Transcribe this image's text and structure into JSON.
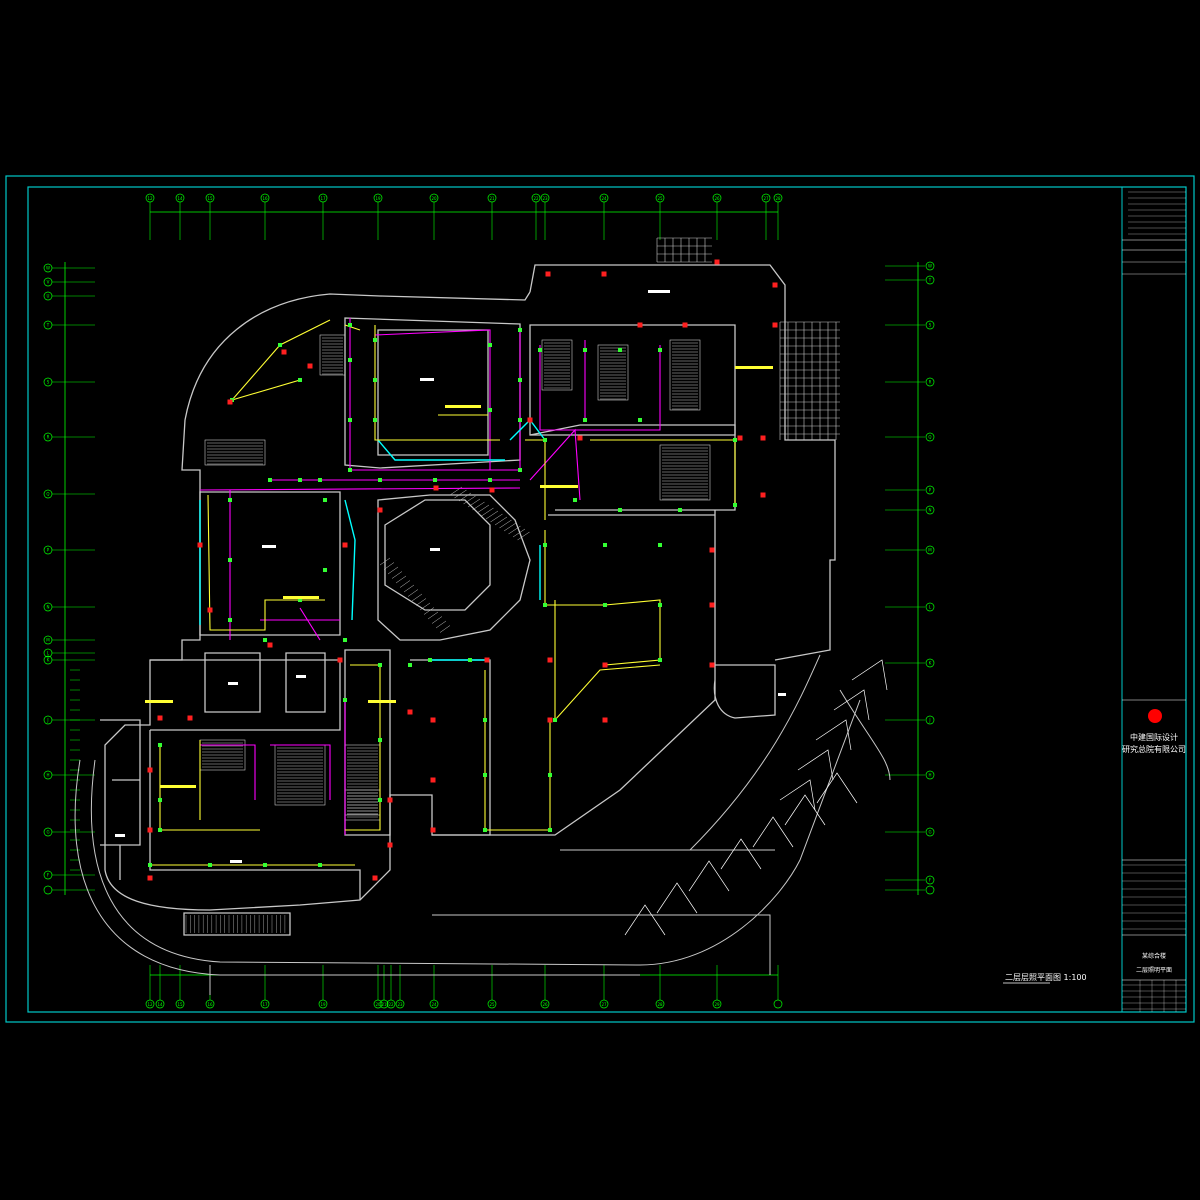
{
  "drawing": {
    "plan_title": "二层层照平面图 1:100",
    "company_name_line1": "中建国际设计",
    "company_name_line2": "研究总院有限公司",
    "sheet_label": "二层照明平面",
    "project_label": "某综合楼",
    "colors": {
      "background": "#000000",
      "frame": "#00c8c8",
      "wall": "#c8c8c8",
      "grid": "#00ff00",
      "circuit_magenta": "#ff00ff",
      "circuit_cyan": "#00ffff",
      "circuit_yellow": "#ffff33",
      "fixture_red": "#ff2020",
      "logo": "#ff0000"
    },
    "top_grid_labels": [
      "12",
      "14",
      "15",
      "16",
      "17",
      "19",
      "20",
      "21",
      "22",
      "23",
      "24",
      "25",
      "26",
      "27",
      "28",
      "29"
    ],
    "bottom_grid_labels": [
      "12",
      "14",
      "15",
      "16",
      "17",
      "19",
      "20",
      "21",
      "22",
      "23",
      "24",
      "25",
      "26",
      "27",
      "28",
      "29"
    ],
    "left_grid_labels": [
      "W",
      "V",
      "U",
      "T",
      "S",
      "R",
      "Q",
      "P",
      "N",
      "M",
      "L",
      "K",
      "J",
      "H",
      "G",
      "F"
    ],
    "right_grid_labels": [
      "W",
      "T",
      "S",
      "R",
      "Q",
      "P",
      "N",
      "M",
      "L",
      "K",
      "J",
      "H",
      "G",
      "F"
    ]
  }
}
